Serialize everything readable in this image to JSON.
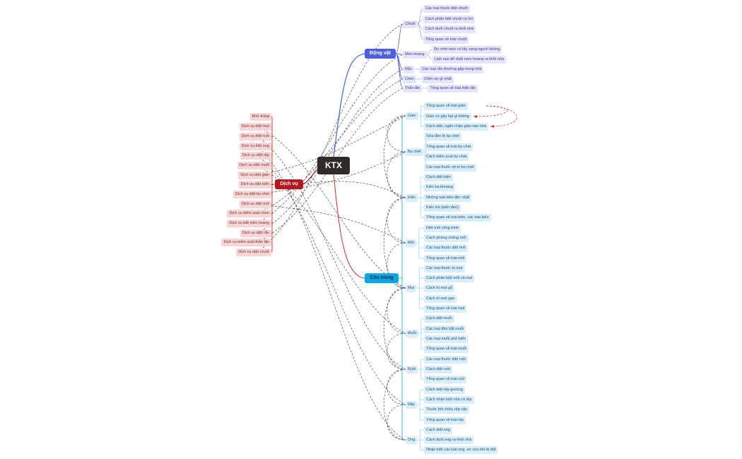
{
  "root": {
    "label": "KTX"
  },
  "hubs": {
    "animals": "Động vật",
    "insects": "Côn trùng",
    "services": "Dịch vụ"
  },
  "animals": [
    {
      "label": "Chuột",
      "leaves": [
        "Các loại thuốc diệt chuột",
        "Cách phân biệt chuột cơ lơi",
        "Cách đuổi chuột ra khỏi nhà",
        "Tổng quan về loài chuột"
      ]
    },
    {
      "label": "Mèo hoang",
      "leaves": [
        "Bọ chét mèo có lây sang người không",
        "Làm sao để đuổi mèo hoang ra khỏi nhà"
      ]
    },
    {
      "label": "Rắn",
      "leaves": [
        "Các loại rắn thường gặp trong nhà"
      ]
    },
    {
      "label": "Chim",
      "leaves": [
        "Chim sợ gì nhất"
      ]
    },
    {
      "label": "Thằn lằn",
      "leaves": [
        "Tổng quan về loài thằn lằn"
      ]
    }
  ],
  "insects": [
    {
      "label": "Gián",
      "leaves": [
        "Tổng quan về loài gián",
        "Gián có gây hại gì không",
        "Cách diệt, ngăn chặn gián vào nhà"
      ]
    },
    {
      "label": "Bọ chét",
      "leaves": [
        "Sửa tắm trị bọ chét",
        "Tổng quan về loài bọ chét",
        "Cách kiểm soát bọ chét",
        "Các loại thuốc xịt trị bọ chét"
      ]
    },
    {
      "label": "Kiến",
      "leaves": [
        "Cách diệt kiến",
        "Kiến ba khoang",
        "Những loài kiến độc nhất",
        "Kiến hôi (kiến đen)",
        "Tổng quan về loài kiến, các loại kiến"
      ]
    },
    {
      "label": "Mối",
      "leaves": [
        "Diệt mối công trình",
        "Cách phòng chống mối",
        "Các loại thuốc diệt mối",
        "Tổng quan về loài mối"
      ]
    },
    {
      "label": "Mọt",
      "leaves": [
        "Các loại thuốc trị mọt",
        "Cách phân biệt mối và mọt",
        "Cách trị mọt gỗ",
        "Cách trị mọt gạo",
        "Tổng quan về loài mọt"
      ]
    },
    {
      "label": "Muỗi",
      "leaves": [
        "Cách diệt muỗi",
        "Các loại đèn bắt muỗi",
        "Các loại muỗi phổ biến",
        "Tổng quan về loài muỗi"
      ]
    },
    {
      "label": "Ruồi",
      "leaves": [
        "Các loại thuốc diệt ruồi",
        "Cách diệt ruồi",
        "Tổng quan về loài ruồi"
      ]
    },
    {
      "label": "Rệp",
      "leaves": [
        "Cách diệt rệp giường",
        "Cách nhận biết nhà có rệp",
        "Thuốc bôi chữa rệp cắn",
        "Tổng quan về loài rệp"
      ]
    },
    {
      "label": "Ong",
      "leaves": [
        "Cách diệt ong",
        "Cách đuổi ong ra khỏi nhà",
        "Nhận biết các loài ong, sơ cứu khi bị đốt"
      ]
    }
  ],
  "services": [
    "Khử trùng",
    "Dịch vụ diệt mọt",
    "Dịch vụ diệt ruồi",
    "Dịch vụ diệt ong",
    "Dịch vụ diệt rệp",
    "Dịch vụ diệt muỗi",
    "Dịch vụ diệt gián",
    "Dịch vụ diệt kiến",
    "Dịch vụ diệt bọ chét",
    "Dịch vụ diệt mối",
    "Dịch vụ kiểm soát chim",
    "Dịch vụ bắt mèo hoang",
    "Dịch vụ diệt rắn",
    "Dịch vụ kiểm soát thằn lằn",
    "Dịch vụ diệt chuột"
  ],
  "colors": {
    "root": "#2f2b28",
    "animals": "#4b5fe0",
    "insects": "#0aa7e8",
    "services": "#b6161d",
    "animal_node_bg": "#e4e4fb",
    "insect_node_bg": "#d8eefb",
    "service_node_bg": "#f6d6d6",
    "relation_dashed": "#333333",
    "relation_highlight": "#e0242b"
  }
}
